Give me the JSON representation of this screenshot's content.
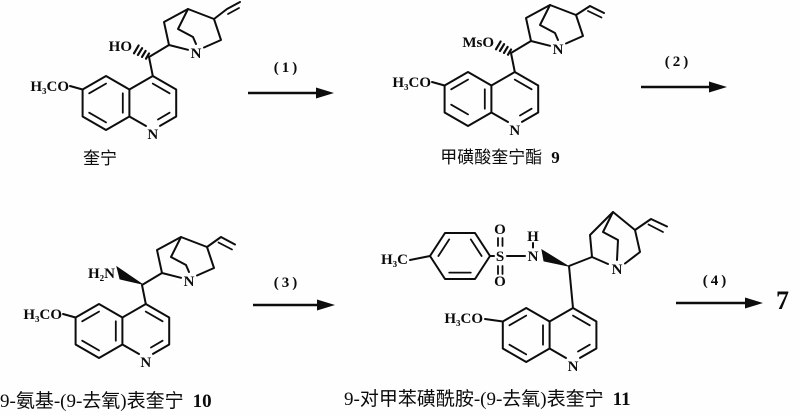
{
  "compounds": {
    "quinine": {
      "name": "奎宁",
      "atoms": {
        "hydroxyl": "HO",
        "methoxy": "H₃CO",
        "quinoline_n": "N",
        "quinuclidine_n": "N"
      }
    },
    "mesylate": {
      "name": "甲磺酸奎宁酯",
      "number": "9",
      "atoms": {
        "mesyloxy": "MsO",
        "methoxy": "H₃CO",
        "quinoline_n": "N",
        "quinuclidine_n": "N"
      }
    },
    "amine": {
      "name": "9-氨基-(9-去氧)表奎宁",
      "number": "10",
      "atoms": {
        "amino": "H₂N",
        "methoxy": "H₃CO",
        "quinoline_n": "N",
        "quinuclidine_n": "N"
      }
    },
    "tosylamide": {
      "name": "9-对甲苯磺酰胺-(9-去氧)表奎宁",
      "number": "11",
      "atoms": {
        "methyl": "H₃C",
        "sulfur": "S",
        "oxygen_top": "O",
        "oxygen_bottom": "O",
        "amide_n": "N",
        "amide_h": "H",
        "methoxy": "H₃CO",
        "quinoline_n": "N",
        "quinuclidine_n": "N"
      }
    }
  },
  "arrows": [
    {
      "label": "(1)"
    },
    {
      "label": "(2)"
    },
    {
      "label": "(3)"
    },
    {
      "label": "(4)"
    }
  ],
  "product": {
    "label": "7"
  },
  "colors": {
    "ink": "#0d0d0d",
    "background": "#fefefe"
  }
}
